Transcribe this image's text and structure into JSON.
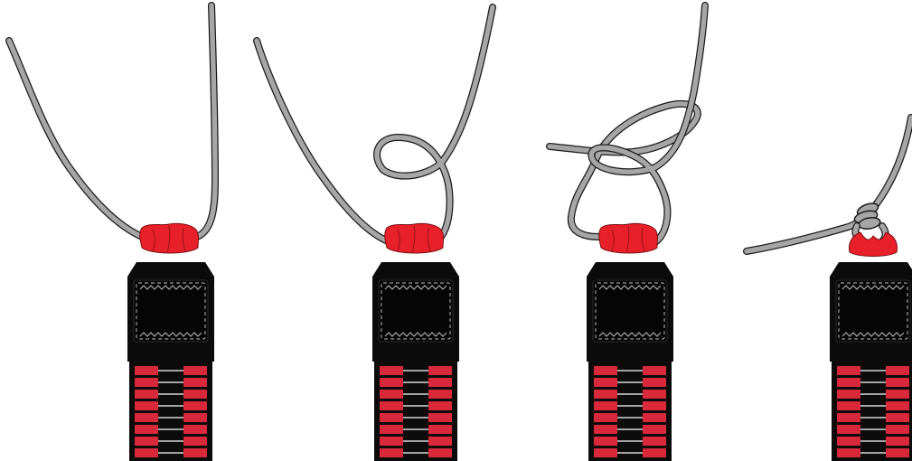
{
  "figure": {
    "steps": [
      {
        "id": "step-1",
        "stage": "rope-threaded"
      },
      {
        "id": "step-2",
        "stage": "loop-formed"
      },
      {
        "id": "step-3",
        "stage": "knot-wrapped"
      },
      {
        "id": "step-4",
        "stage": "knot-tightened"
      }
    ],
    "colors": {
      "rope": "#a6a6a6",
      "rope_outline": "#1a1a1a",
      "cap_red": "#e8202a",
      "body_black": "#0b0b0b",
      "label_red": "#d8283a",
      "stitching": "#9a9a9a"
    },
    "icons": [
      "rope",
      "red-cap",
      "black-holder",
      "webbing-pad",
      "red-striped-band"
    ]
  }
}
